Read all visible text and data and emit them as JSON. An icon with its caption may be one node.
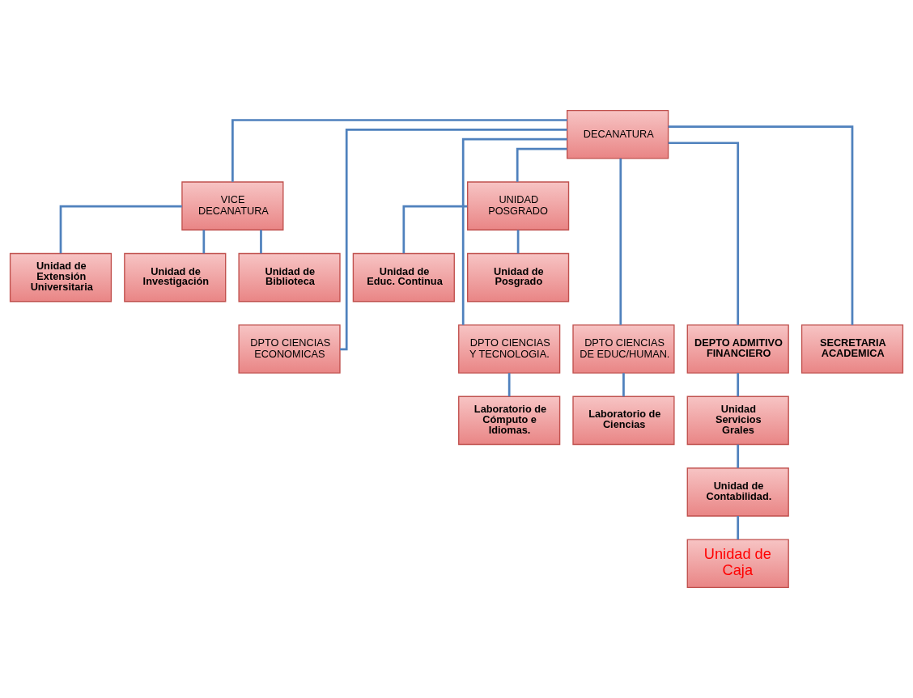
{
  "diagram": {
    "nodes": [
      {
        "text": [
          "DECANATURA"
        ]
      },
      {
        "text": [
          "VICE DECANATURA"
        ]
      },
      {
        "text": [
          "UNIDAD POSGRADO"
        ]
      },
      {
        "text": [
          "Unidad de Extensión Universitaria"
        ]
      },
      {
        "text": [
          "Unidad de Investigación"
        ]
      },
      {
        "text": [
          "Unidad de Biblioteca"
        ]
      },
      {
        "text": [
          "Unidad de Educ. Continua"
        ]
      },
      {
        "text": [
          "Unidad de Posgrado"
        ]
      },
      {
        "text": [
          "DPTO CIENCIAS ECONOMICAS"
        ]
      },
      {
        "text": [
          "DPTO CIENCIAS Y TECNOLOGIA."
        ]
      },
      {
        "text": [
          "DPTO CIENCIAS DE EDUC/HUMAN."
        ]
      },
      {
        "text": [
          "DEPTO ADMITIVO FINANCIERO"
        ]
      },
      {
        "text": [
          "SECRETARIA ACADEMICA"
        ]
      },
      {
        "text": [
          "Laboratorio de Cómputo e Idiomas."
        ]
      },
      {
        "text": [
          "Laboratorio de Ciencias"
        ]
      },
      {
        "text": [
          "Unidad Servicios Grales"
        ]
      },
      {
        "text": [
          "Unidad de Contabilidad."
        ]
      },
      {
        "text": [
          "Unidad de Caja"
        ]
      }
    ],
    "edges": [
      {
        "from": 0,
        "to": 1,
        "arrow": "none"
      },
      {
        "from": 0,
        "to": 2,
        "arrow": "none"
      },
      {
        "from": 1,
        "to": 3,
        "arrow": "none"
      },
      {
        "from": 1,
        "to": 4,
        "arrow": "none"
      },
      {
        "from": 1,
        "to": 5,
        "arrow": "none"
      },
      {
        "from": 2,
        "to": 6,
        "arrow": "none"
      },
      {
        "from": 2,
        "to": 7,
        "arrow": "none"
      },
      {
        "from": 0,
        "to": 8,
        "arrow": "none"
      },
      {
        "from": 0,
        "to": 9,
        "arrow": "none"
      },
      {
        "from": 0,
        "to": 10,
        "arrow": "none"
      },
      {
        "from": 0,
        "to": 11,
        "arrow": "none"
      },
      {
        "from": 0,
        "to": 12,
        "arrow": "none"
      },
      {
        "from": 9,
        "to": 13,
        "arrow": "none"
      },
      {
        "from": 10,
        "to": 14,
        "arrow": "none"
      },
      {
        "from": 11,
        "to": 15,
        "arrow": "none"
      },
      {
        "from": 15,
        "to": 16,
        "arrow": "none"
      },
      {
        "from": 16,
        "to": 17,
        "arrow": "none"
      }
    ]
  }
}
